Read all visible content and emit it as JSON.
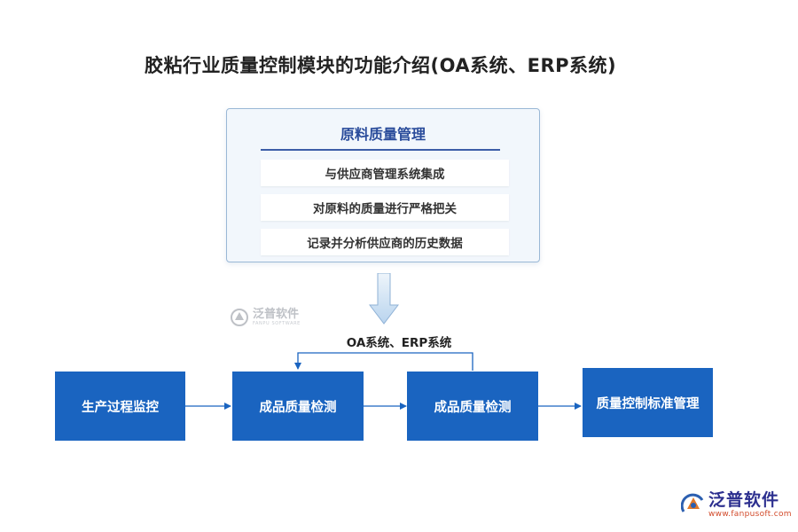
{
  "title": "胶粘行业质量控制模块的功能介绍(OA系统、ERP系统)",
  "panel": {
    "title": "原料质量管理",
    "items": [
      "与供应商管理系统集成",
      "对原料的质量进行严格把关",
      "记录并分析供应商的历史数据"
    ]
  },
  "feedback_label": "OA系统、ERP系统",
  "flow": {
    "boxes": [
      "生产过程监控",
      "成品质量检测",
      "成品质量检测",
      "质量控制标准管理"
    ]
  },
  "watermark": {
    "name": "泛普软件",
    "sub": "FANPU SOFTWARE"
  },
  "logo": {
    "name": "泛普软件",
    "url": "www.fanpusoft.com"
  },
  "colors": {
    "box_fill": "#1a64c0",
    "panel_title": "#2a4c9b",
    "connector": "#1a64c0",
    "arrow_fill": "#c9dff3"
  },
  "icons": [
    "down-arrow-icon",
    "fanpu-logo-icon"
  ]
}
